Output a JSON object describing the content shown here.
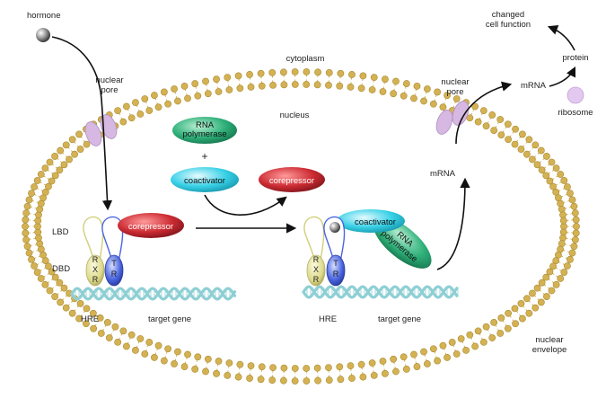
{
  "labels": {
    "hormone": "hormone",
    "cytoplasm": "cytoplasm",
    "nucleus": "nucleus",
    "nuclear_pore_left": "nuclear\npore",
    "nuclear_pore_right": "nuclear\npore",
    "changed_cell_function": "changed\ncell function",
    "protein": "protein",
    "mrna_top": "mRNA",
    "mrna_side": "mRNA",
    "ribosome": "ribosome",
    "nuclear_envelope": "nuclear\nenvelope",
    "lbd": "LBD",
    "dbd": "DBD",
    "hre_left": "HRE",
    "target_gene_left": "target gene",
    "hre_right": "HRE",
    "target_gene_right": "target gene",
    "plus": "+"
  },
  "complexes": {
    "rna_polymerase": "RNA\npolymerase",
    "coactivator": "coactivator",
    "corepressor_free": "corepressor",
    "corepressor_bound": "corepressor",
    "coactivator_bound": "coactivator",
    "rna_polymerase_bound": "RNA\npolymerase"
  },
  "receptors": {
    "rxr_letters": [
      "R",
      "X",
      "R"
    ],
    "tr_letters": [
      "T",
      "R"
    ]
  },
  "colors": {
    "membrane": "#d4b254",
    "membrane_outline": "#a98a2e",
    "pore": "#d6b8e2",
    "ribosome": "#e3c8ef",
    "rna_polymerase": "#2fb07a",
    "coactivator": "#37d0e6",
    "corepressor": "#cc2b32",
    "rxr": "#ddd98a",
    "tr": "#4a66e0",
    "dna": "#8fcfd4",
    "hormone": "#7a7a7a"
  }
}
